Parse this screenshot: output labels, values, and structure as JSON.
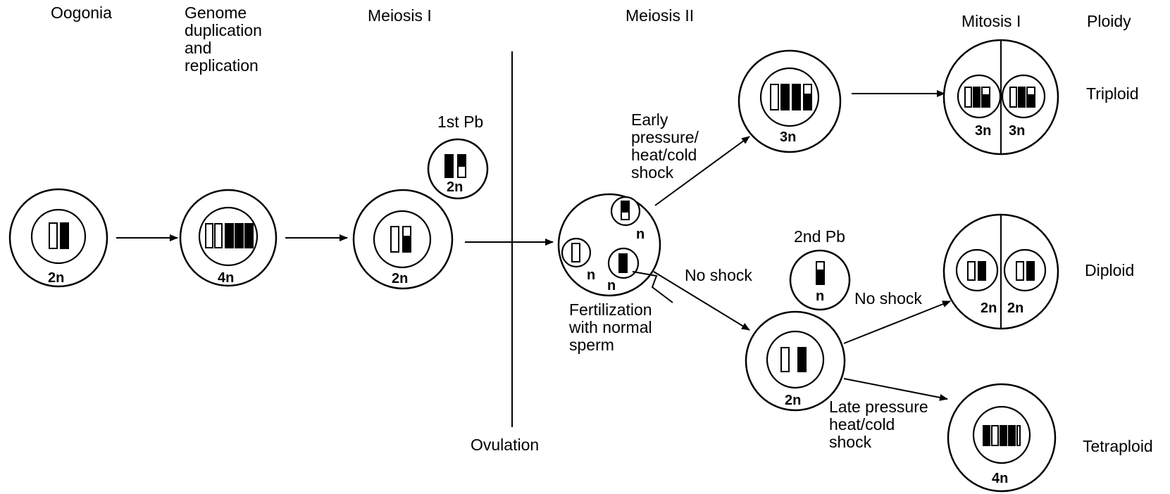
{
  "stages": {
    "oogonia": "Oogonia",
    "genome_dup_1": "Genome",
    "genome_dup_2": "duplication",
    "genome_dup_3": "and",
    "genome_dup_4": "replication",
    "meiosis1": "Meiosis I",
    "meiosis2": "Meiosis II",
    "mitosis1": "Mitosis I",
    "ploidy": "Ploidy"
  },
  "cells": {
    "oogonia": "2n",
    "genome_dup": "4n",
    "meiosis1": "2n",
    "first_pb": "2n",
    "egg_n1": "n",
    "egg_n2": "n",
    "egg_n3": "n",
    "triploid_cell": "3n",
    "triploid_left": "3n",
    "triploid_right": "3n",
    "second_pb": "n",
    "diploid_cell": "2n",
    "diploid_left": "2n",
    "diploid_right": "2n",
    "tetraploid_cell": "4n"
  },
  "labels": {
    "first_pb": "1st Pb",
    "second_pb": "2nd Pb",
    "ovulation": "Ovulation",
    "early_1": "Early",
    "early_2": "pressure/",
    "early_3": "heat/cold",
    "early_4": "shock",
    "no_shock_1": "No shock",
    "no_shock_2": "No shock",
    "fert_1": "Fertilization",
    "fert_2": "with normal",
    "fert_3": "sperm",
    "late_1": "Late pressure",
    "late_2": "heat/cold",
    "late_3": "shock"
  },
  "ploidy": {
    "triploid": "Triploid",
    "diploid": "Diploid",
    "tetraploid": "Tetraploid"
  }
}
